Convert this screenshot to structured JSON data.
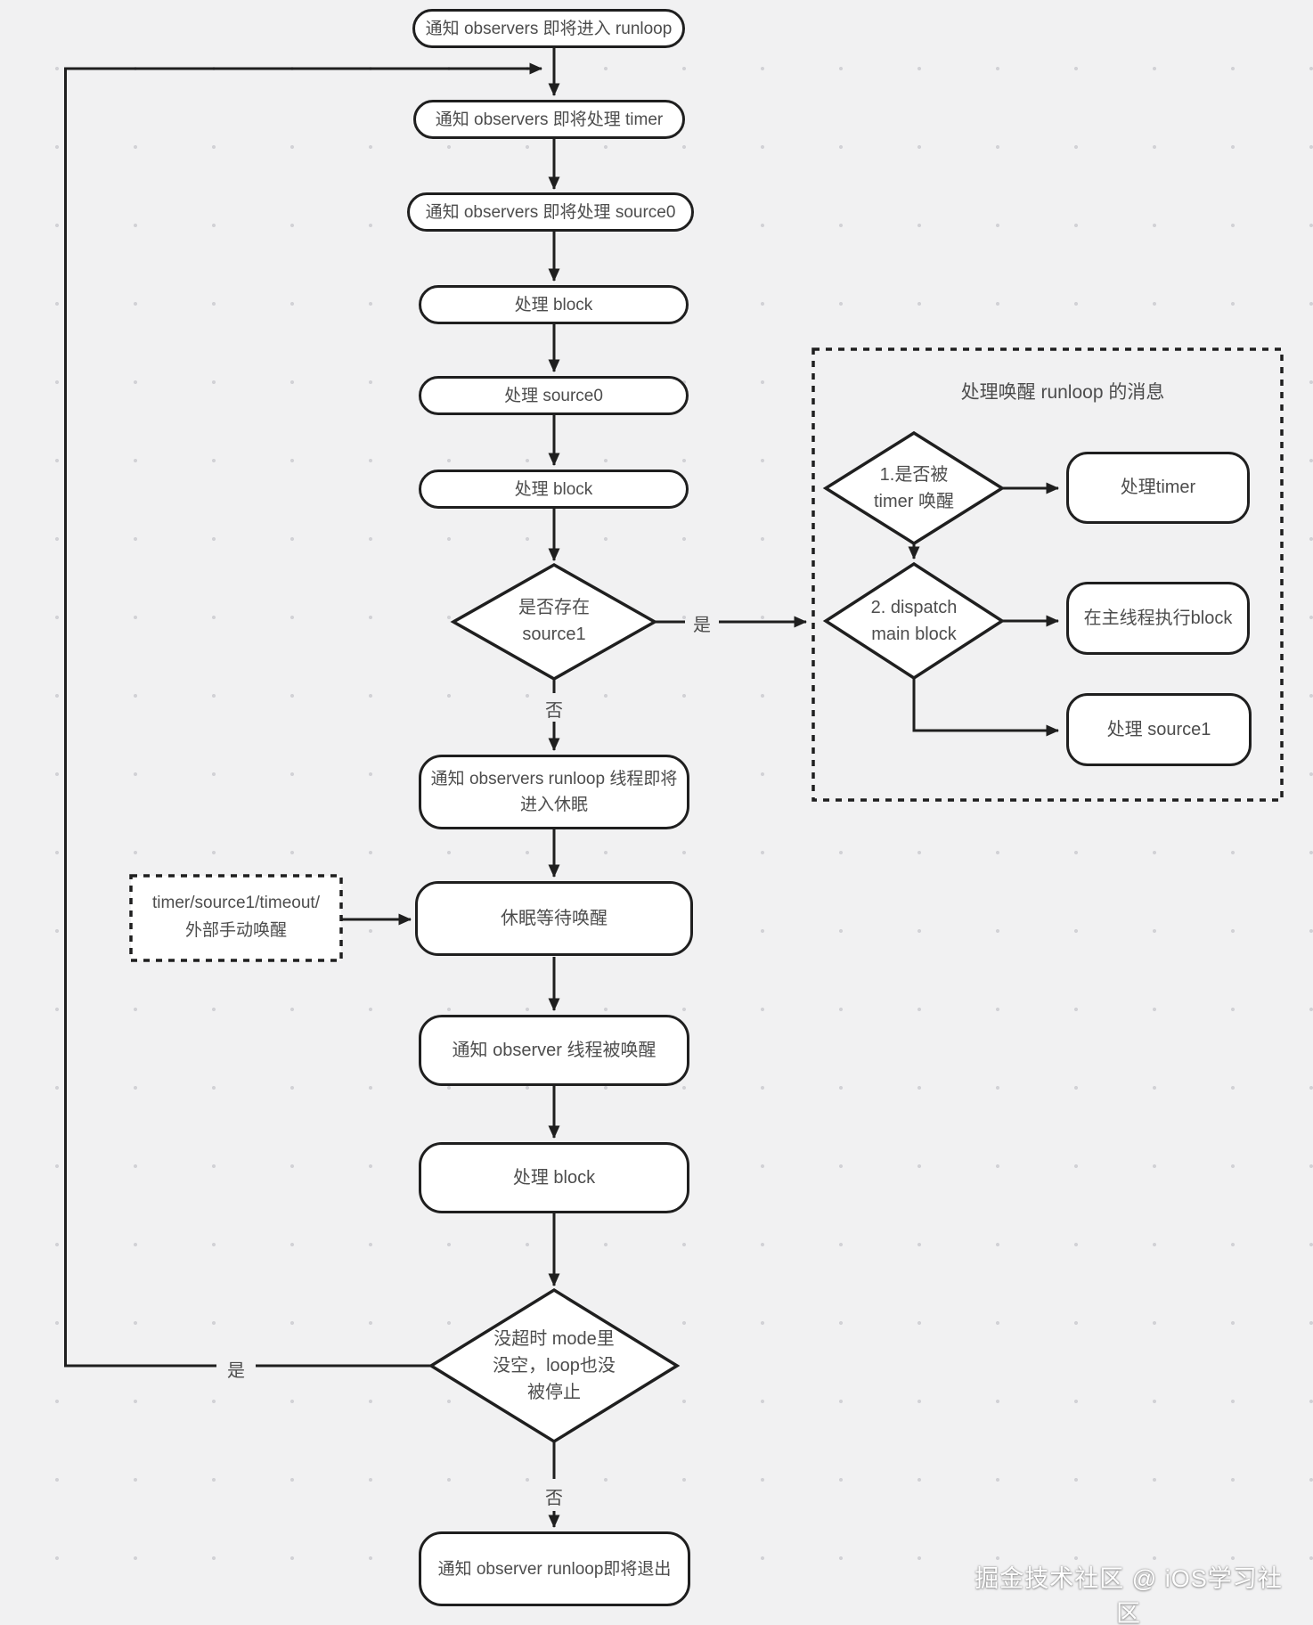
{
  "theme": {
    "background": "#f1f1f2",
    "dot_color": "#d2d2d6",
    "stroke": "#1f1f1f",
    "text": "#4d4d4d",
    "node_fill": "#ffffff"
  },
  "labels": {
    "yes_to_panel": "是",
    "no_after_source1": "否",
    "yes_loop_back": "是",
    "no_exit": "否"
  },
  "main_flow": {
    "notify_enter": "通知 observers 即将进入 runloop",
    "notify_timer": "通知 observers 即将处理 timer",
    "notify_source0": "通知 observers 即将处理 source0",
    "block_1": "处理 block",
    "handle_source0": "处理 source0",
    "block_2": "处理 block",
    "source1_check": {
      "line1": "是否存在",
      "line2": "source1"
    },
    "notify_sleep": {
      "line1": "通知 observers runloop 线程即将",
      "line2": "进入休眠"
    },
    "sleep_wait": "休眠等待唤醒",
    "notify_awake": "通知 observer 线程被唤醒",
    "block_3": "处理 block",
    "continue_check": {
      "line1": "没超时 mode里",
      "line2": "没空，loop也没",
      "line3": "被停止"
    },
    "notify_exit": "通知 observer runloop即将退出"
  },
  "wake_panel": {
    "title": "处理唤醒 runloop 的消息",
    "timer_check": {
      "line1": "1.是否被",
      "line2": "timer 唤醒"
    },
    "handle_timer": "处理timer",
    "dispatch_check": {
      "line1": "2. dispatch",
      "line2": "main block"
    },
    "exec_main_block": "在主线程执行block",
    "handle_source1": "处理 source1"
  },
  "wake_sources": {
    "line1": "timer/source1/timeout/",
    "line2": "外部手动唤醒"
  },
  "watermark": "掘金技术社区 @ iOS学习社区"
}
